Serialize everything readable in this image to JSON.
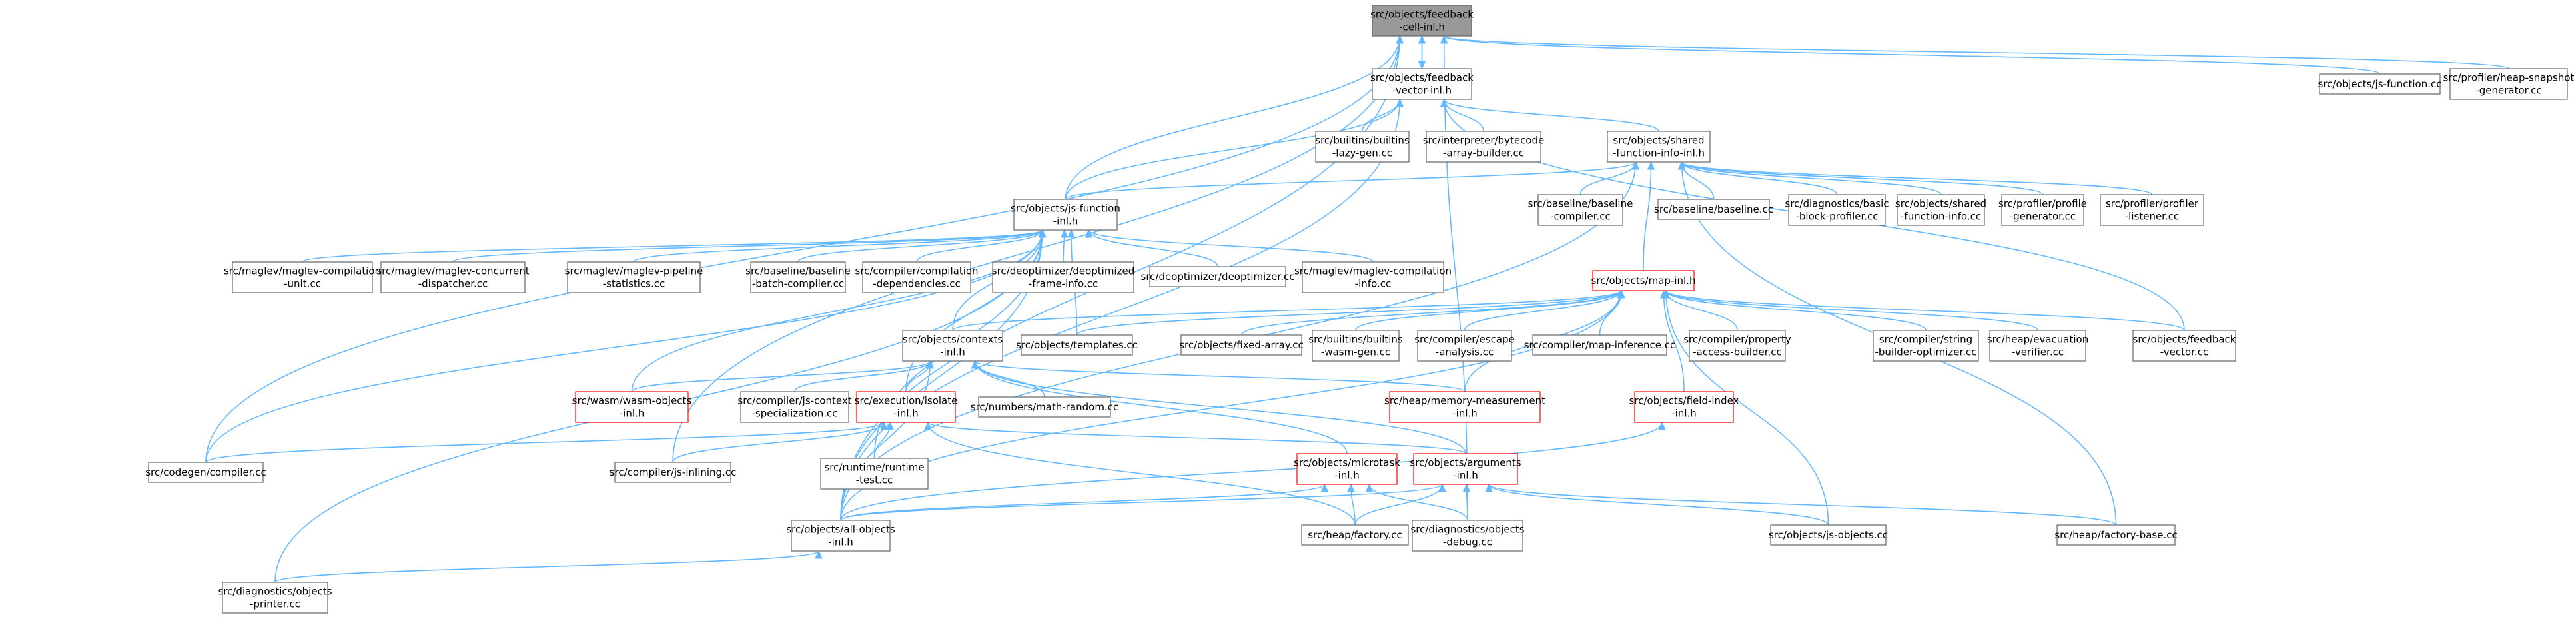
{
  "graph": {
    "colors": {
      "edge": "#63b8ff",
      "root_fill": "#999999",
      "node_stroke": "#666666",
      "highlight_stroke": "#ff0000",
      "node_fill": "#ffffff"
    },
    "nodes": [
      {
        "id": "feedback_cell",
        "lines": [
          "src/objects/feedback",
          "-cell-inl.h"
        ],
        "style": "root"
      },
      {
        "id": "feedback_vector_inl",
        "lines": [
          "src/objects/feedback",
          "-vector-inl.h"
        ],
        "style": "normal"
      },
      {
        "id": "js_function_cc",
        "lines": [
          "src/objects/js-function.cc"
        ],
        "style": "normal"
      },
      {
        "id": "heap_snapshot",
        "lines": [
          "src/profiler/heap-snapshot",
          "-generator.cc"
        ],
        "style": "normal"
      },
      {
        "id": "builtins_lazy",
        "lines": [
          "src/builtins/builtins",
          "-lazy-gen.cc"
        ],
        "style": "normal"
      },
      {
        "id": "bytecode_builder",
        "lines": [
          "src/interpreter/bytecode",
          "-array-builder.cc"
        ],
        "style": "normal"
      },
      {
        "id": "shared_fn_inl",
        "lines": [
          "src/objects/shared",
          "-function-info-inl.h"
        ],
        "style": "normal"
      },
      {
        "id": "js_function_inl",
        "lines": [
          "src/objects/js-function",
          "-inl.h"
        ],
        "style": "normal"
      },
      {
        "id": "baseline_compiler",
        "lines": [
          "src/baseline/baseline",
          "-compiler.cc"
        ],
        "style": "normal"
      },
      {
        "id": "baseline_cc",
        "lines": [
          "src/baseline/baseline.cc"
        ],
        "style": "normal"
      },
      {
        "id": "basic_block",
        "lines": [
          "src/diagnostics/basic",
          "-block-profiler.cc"
        ],
        "style": "normal"
      },
      {
        "id": "shared_fn_cc",
        "lines": [
          "src/objects/shared",
          "-function-info.cc"
        ],
        "style": "normal"
      },
      {
        "id": "profile_gen",
        "lines": [
          "src/profiler/profile",
          "-generator.cc"
        ],
        "style": "normal"
      },
      {
        "id": "profiler_listener",
        "lines": [
          "src/profiler/profiler",
          "-listener.cc"
        ],
        "style": "normal"
      },
      {
        "id": "maglev_comp_unit",
        "lines": [
          "src/maglev/maglev-compilation",
          "-unit.cc"
        ],
        "style": "normal"
      },
      {
        "id": "maglev_concurrent",
        "lines": [
          "src/maglev/maglev-concurrent",
          "-dispatcher.cc"
        ],
        "style": "normal"
      },
      {
        "id": "maglev_pipeline",
        "lines": [
          "src/maglev/maglev-pipeline",
          "-statistics.cc"
        ],
        "style": "normal"
      },
      {
        "id": "baseline_batch",
        "lines": [
          "src/baseline/baseline",
          "-batch-compiler.cc"
        ],
        "style": "normal"
      },
      {
        "id": "comp_deps",
        "lines": [
          "src/compiler/compilation",
          "-dependencies.cc"
        ],
        "style": "normal"
      },
      {
        "id": "deopt_frame",
        "lines": [
          "src/deoptimizer/deoptimized",
          "-frame-info.cc"
        ],
        "style": "normal"
      },
      {
        "id": "deoptimizer",
        "lines": [
          "src/deoptimizer/deoptimizer.cc"
        ],
        "style": "normal"
      },
      {
        "id": "maglev_comp_info",
        "lines": [
          "src/maglev/maglev-compilation",
          "-info.cc"
        ],
        "style": "normal"
      },
      {
        "id": "map_inl",
        "lines": [
          "src/objects/map-inl.h"
        ],
        "style": "highlight"
      },
      {
        "id": "contexts_inl",
        "lines": [
          "src/objects/contexts",
          "-inl.h"
        ],
        "style": "normal"
      },
      {
        "id": "templates",
        "lines": [
          "src/objects/templates.cc"
        ],
        "style": "normal"
      },
      {
        "id": "fixed_array",
        "lines": [
          "src/objects/fixed-array.cc"
        ],
        "style": "normal"
      },
      {
        "id": "builtins_wasm",
        "lines": [
          "src/builtins/builtins",
          "-wasm-gen.cc"
        ],
        "style": "normal"
      },
      {
        "id": "escape_analysis",
        "lines": [
          "src/compiler/escape",
          "-analysis.cc"
        ],
        "style": "normal"
      },
      {
        "id": "map_inference",
        "lines": [
          "src/compiler/map-inference.cc"
        ],
        "style": "normal"
      },
      {
        "id": "property_access",
        "lines": [
          "src/compiler/property",
          "-access-builder.cc"
        ],
        "style": "normal"
      },
      {
        "id": "string_builder",
        "lines": [
          "src/compiler/string",
          "-builder-optimizer.cc"
        ],
        "style": "normal"
      },
      {
        "id": "evacuation",
        "lines": [
          "src/heap/evacuation",
          "-verifier.cc"
        ],
        "style": "normal"
      },
      {
        "id": "feedback_vector_cc",
        "lines": [
          "src/objects/feedback",
          "-vector.cc"
        ],
        "style": "normal"
      },
      {
        "id": "wasm_objects",
        "lines": [
          "src/wasm/wasm-objects",
          "-inl.h"
        ],
        "style": "highlight"
      },
      {
        "id": "js_context_spec",
        "lines": [
          "src/compiler/js-context",
          "-specialization.cc"
        ],
        "style": "normal"
      },
      {
        "id": "isolate_inl",
        "lines": [
          "src/execution/isolate",
          "-inl.h"
        ],
        "style": "highlight"
      },
      {
        "id": "math_random",
        "lines": [
          "src/numbers/math-random.cc"
        ],
        "style": "normal"
      },
      {
        "id": "memory_measure",
        "lines": [
          "src/heap/memory-measurement",
          "-inl.h"
        ],
        "style": "highlight"
      },
      {
        "id": "field_index",
        "lines": [
          "src/objects/field-index",
          "-inl.h"
        ],
        "style": "highlight"
      },
      {
        "id": "codegen_compiler",
        "lines": [
          "src/codegen/compiler.cc"
        ],
        "style": "normal"
      },
      {
        "id": "js_inlining",
        "lines": [
          "src/compiler/js-inlining.cc"
        ],
        "style": "normal"
      },
      {
        "id": "runtime_test",
        "lines": [
          "src/runtime/runtime",
          "-test.cc"
        ],
        "style": "normal"
      },
      {
        "id": "microtask_inl",
        "lines": [
          "src/objects/microtask",
          "-inl.h"
        ],
        "style": "highlight"
      },
      {
        "id": "arguments_inl",
        "lines": [
          "src/objects/arguments",
          "-inl.h"
        ],
        "style": "highlight"
      },
      {
        "id": "all_objects",
        "lines": [
          "src/objects/all-objects",
          "-inl.h"
        ],
        "style": "normal"
      },
      {
        "id": "heap_factory",
        "lines": [
          "src/heap/factory.cc"
        ],
        "style": "normal"
      },
      {
        "id": "objects_debug",
        "lines": [
          "src/diagnostics/objects",
          "-debug.cc"
        ],
        "style": "normal"
      },
      {
        "id": "js_objects_cc",
        "lines": [
          "src/objects/js-objects.cc"
        ],
        "style": "normal"
      },
      {
        "id": "factory_base",
        "lines": [
          "src/heap/factory-base.cc"
        ],
        "style": "normal"
      },
      {
        "id": "objects_printer",
        "lines": [
          "src/diagnostics/objects",
          "-printer.cc"
        ],
        "style": "normal"
      }
    ],
    "edges": [
      [
        "feedback_vector_inl",
        "feedback_cell"
      ],
      [
        "feedback_cell",
        "feedback_vector_inl"
      ],
      [
        "js_function_cc",
        "feedback_cell"
      ],
      [
        "heap_snapshot",
        "feedback_cell"
      ],
      [
        "js_function_inl",
        "feedback_cell"
      ],
      [
        "all_objects",
        "feedback_cell"
      ],
      [
        "codegen_compiler",
        "feedback_cell"
      ],
      [
        "js_inlining",
        "feedback_cell"
      ],
      [
        "objects_debug",
        "feedback_cell"
      ],
      [
        "builtins_lazy",
        "feedback_vector_inl"
      ],
      [
        "bytecode_builder",
        "feedback_vector_inl"
      ],
      [
        "shared_fn_inl",
        "feedback_vector_inl"
      ],
      [
        "js_function_inl",
        "feedback_vector_inl"
      ],
      [
        "feedback_vector_cc",
        "feedback_vector_inl"
      ],
      [
        "all_objects",
        "feedback_vector_inl"
      ],
      [
        "js_function_inl",
        "shared_fn_inl"
      ],
      [
        "baseline_compiler",
        "shared_fn_inl"
      ],
      [
        "baseline_cc",
        "shared_fn_inl"
      ],
      [
        "basic_block",
        "shared_fn_inl"
      ],
      [
        "shared_fn_cc",
        "shared_fn_inl"
      ],
      [
        "profile_gen",
        "shared_fn_inl"
      ],
      [
        "profiler_listener",
        "shared_fn_inl"
      ],
      [
        "map_inl",
        "shared_fn_inl"
      ],
      [
        "all_objects",
        "shared_fn_inl"
      ],
      [
        "factory_base",
        "shared_fn_inl"
      ],
      [
        "maglev_comp_unit",
        "js_function_inl"
      ],
      [
        "maglev_concurrent",
        "js_function_inl"
      ],
      [
        "maglev_pipeline",
        "js_function_inl"
      ],
      [
        "baseline_batch",
        "js_function_inl"
      ],
      [
        "comp_deps",
        "js_function_inl"
      ],
      [
        "deopt_frame",
        "js_function_inl"
      ],
      [
        "deoptimizer",
        "js_function_inl"
      ],
      [
        "maglev_comp_info",
        "js_function_inl"
      ],
      [
        "contexts_inl",
        "js_function_inl"
      ],
      [
        "templates",
        "js_function_inl"
      ],
      [
        "wasm_objects",
        "js_function_inl"
      ],
      [
        "codegen_compiler",
        "js_function_inl"
      ],
      [
        "all_objects",
        "js_function_inl"
      ],
      [
        "runtime_test",
        "js_function_inl"
      ],
      [
        "objects_printer",
        "js_function_inl"
      ],
      [
        "isolate_inl",
        "js_function_inl"
      ],
      [
        "contexts_inl",
        "map_inl"
      ],
      [
        "templates",
        "map_inl"
      ],
      [
        "fixed_array",
        "map_inl"
      ],
      [
        "builtins_wasm",
        "map_inl"
      ],
      [
        "escape_analysis",
        "map_inl"
      ],
      [
        "map_inference",
        "map_inl"
      ],
      [
        "property_access",
        "map_inl"
      ],
      [
        "string_builder",
        "map_inl"
      ],
      [
        "evacuation",
        "map_inl"
      ],
      [
        "feedback_vector_cc",
        "map_inl"
      ],
      [
        "memory_measure",
        "map_inl"
      ],
      [
        "field_index",
        "map_inl"
      ],
      [
        "all_objects",
        "map_inl"
      ],
      [
        "js_objects_cc",
        "map_inl"
      ],
      [
        "wasm_objects",
        "contexts_inl"
      ],
      [
        "js_context_spec",
        "contexts_inl"
      ],
      [
        "isolate_inl",
        "contexts_inl"
      ],
      [
        "math_random",
        "contexts_inl"
      ],
      [
        "memory_measure",
        "contexts_inl"
      ],
      [
        "microtask_inl",
        "contexts_inl"
      ],
      [
        "arguments_inl",
        "contexts_inl"
      ],
      [
        "all_objects",
        "contexts_inl"
      ],
      [
        "codegen_compiler",
        "isolate_inl"
      ],
      [
        "js_inlining",
        "isolate_inl"
      ],
      [
        "runtime_test",
        "isolate_inl"
      ],
      [
        "heap_factory",
        "isolate_inl"
      ],
      [
        "arguments_inl",
        "isolate_inl"
      ],
      [
        "all_objects",
        "field_index"
      ],
      [
        "all_objects",
        "microtask_inl"
      ],
      [
        "heap_factory",
        "microtask_inl"
      ],
      [
        "objects_debug",
        "microtask_inl"
      ],
      [
        "all_objects",
        "arguments_inl"
      ],
      [
        "heap_factory",
        "arguments_inl"
      ],
      [
        "objects_debug",
        "arguments_inl"
      ],
      [
        "js_objects_cc",
        "arguments_inl"
      ],
      [
        "factory_base",
        "arguments_inl"
      ],
      [
        "objects_printer",
        "all_objects"
      ]
    ]
  }
}
